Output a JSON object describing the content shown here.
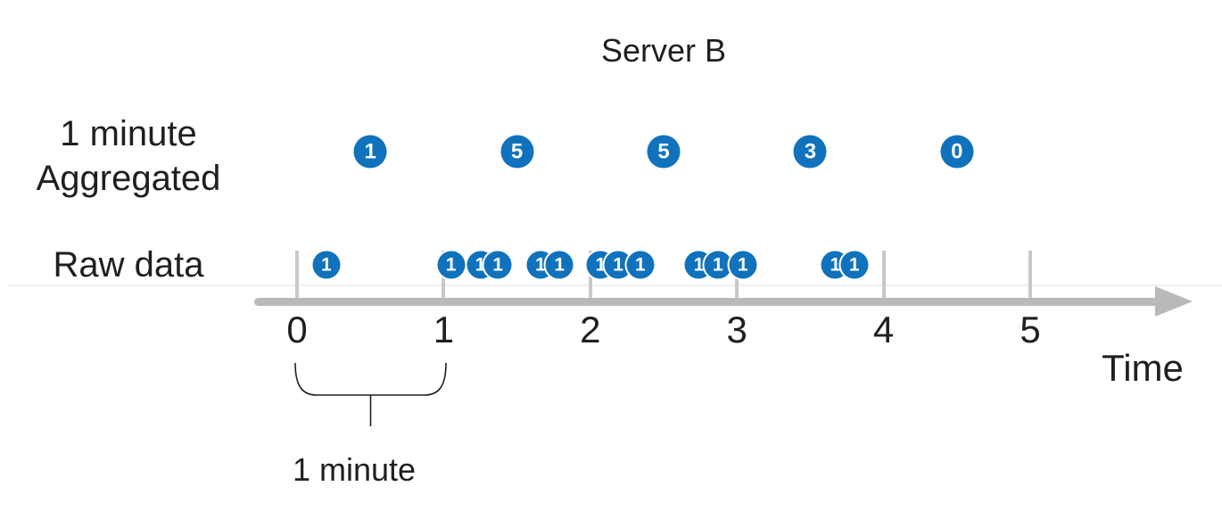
{
  "title": "Server B",
  "rows": {
    "aggregated": {
      "label_line1": "1 minute",
      "label_line2": "Aggregated"
    },
    "raw": {
      "label": "Raw data"
    }
  },
  "axis": {
    "tick_labels": [
      "0",
      "1",
      "2",
      "3",
      "4",
      "5"
    ],
    "axis_label": "Time"
  },
  "interval_annotation": "1 minute",
  "colors": {
    "bubble-blue": "#1072BC",
    "bubble-text": "#FFFFFF",
    "axis-gray": "#B9B9B9",
    "tick-gray": "#C9C9C9",
    "faint-line": "#EFF1F1",
    "text-dark": "#1F1F1F"
  },
  "chart_data": {
    "type": "timeline-aggregation",
    "title": "Server B",
    "xlabel": "Time",
    "x_ticks": [
      0,
      1,
      2,
      3,
      4,
      5
    ],
    "xlim": [
      0,
      5
    ],
    "aggregated_series": {
      "name": "1 minute Aggregated",
      "buckets": [
        {
          "start": 0,
          "end": 1,
          "count": 1
        },
        {
          "start": 1,
          "end": 2,
          "count": 5
        },
        {
          "start": 2,
          "end": 3,
          "count": 5
        },
        {
          "start": 3,
          "end": 4,
          "count": 3
        },
        {
          "start": 4,
          "end": 5,
          "count": 0
        }
      ]
    },
    "raw_series": {
      "name": "Raw data",
      "event_value": 1,
      "event_times": [
        0.2,
        1.05,
        1.25,
        1.37,
        1.66,
        1.79,
        2.07,
        2.19,
        2.34,
        2.74,
        2.87,
        3.04,
        3.67,
        3.8
      ]
    }
  }
}
